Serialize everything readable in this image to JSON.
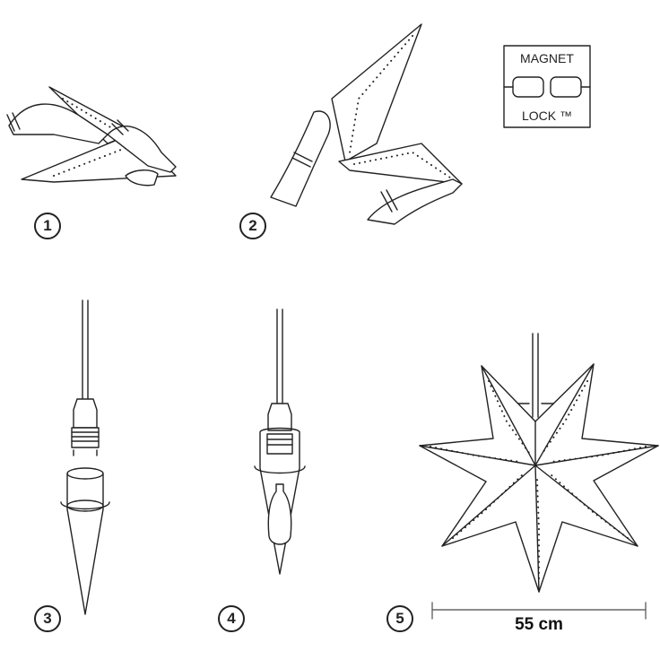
{
  "steps": [
    "1",
    "2",
    "3",
    "4",
    "5"
  ],
  "magnet_box": {
    "top": "MAGNET",
    "bottom": "LOCK ™"
  },
  "dimension": "55 cm"
}
